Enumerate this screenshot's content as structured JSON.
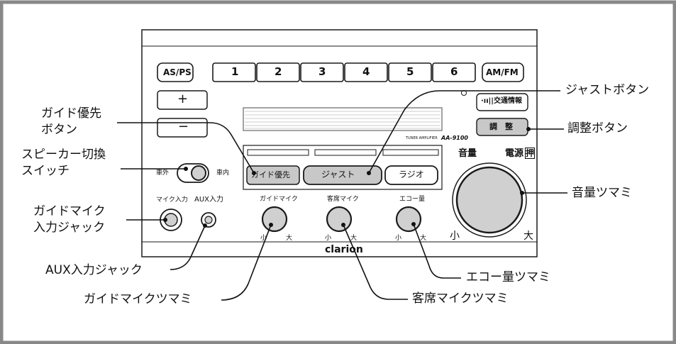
{
  "panel": {
    "preset_labels": [
      "AS/PS",
      "1",
      "2",
      "3",
      "4",
      "5",
      "6",
      "AM/FM"
    ],
    "plus_label": "+",
    "minus_label": "−",
    "traffic_label": "·ıı||交通情報",
    "adjust_label": "調　整",
    "model_small": "TUNER AMPLIFIER",
    "model": "AA-9100",
    "volume_label": "音量",
    "power_label": "電源",
    "power_push": "押",
    "switch_left": "車外",
    "switch_right": "車内",
    "mode_buttons": [
      "ガイド優先",
      "ジャスト",
      "ラジオ"
    ],
    "jack_labels": [
      "マイク入力",
      "AUX入力"
    ],
    "knob_labels": [
      "ガイドマイク",
      "客席マイク",
      "エコー量"
    ],
    "small_label": "小",
    "large_label": "大",
    "brand": "clarion"
  },
  "callouts": {
    "guide_priority_1": "ガイド優先",
    "guide_priority_2": "ボタン",
    "speaker_switch_1": "スピーカー切換",
    "speaker_switch_2": "スイッチ",
    "guide_mic_jack_1": "ガイドマイク",
    "guide_mic_jack_2": "入力ジャック",
    "aux_jack": "AUX入力ジャック",
    "guide_mic_knob": "ガイドマイクツマミ",
    "just_button": "ジャストボタン",
    "adjust_button": "調整ボタン",
    "volume_knob": "音量ツマミ",
    "echo_knob": "エコー量ツマミ",
    "passenger_mic_knob": "客席マイクツマミ"
  },
  "colors": {
    "frame": "#888888",
    "panel_line": "#1a1a1a",
    "button_gray": "#c8c8c8",
    "knob_gray": "#d0d0d0"
  }
}
